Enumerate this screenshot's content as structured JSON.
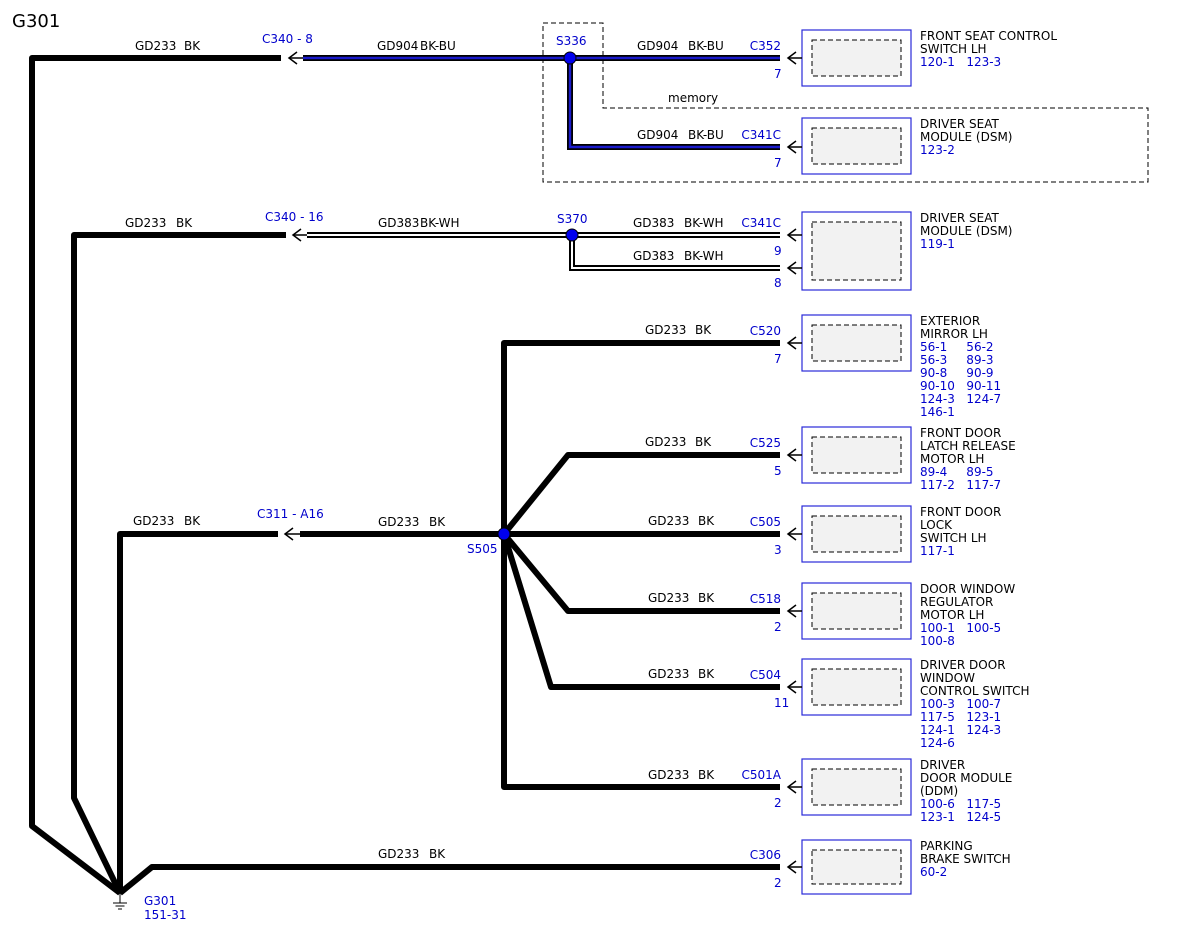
{
  "title": "G301",
  "wire_labels": {
    "w1_left": {
      "circuit": "GD233",
      "color": "BK"
    },
    "w1_mid": {
      "circuit": "GD904",
      "color": "BK-BU"
    },
    "w1_right": {
      "circuit": "GD904",
      "color": "BK-BU"
    },
    "w1_branch": {
      "circuit": "GD904",
      "color": "BK-BU"
    },
    "w2_left": {
      "circuit": "GD233",
      "color": "BK"
    },
    "w2_mid": {
      "circuit": "GD383",
      "color": "BK-WH"
    },
    "w2_right": {
      "circuit": "GD383",
      "color": "BK-WH"
    },
    "w2_branch": {
      "circuit": "GD383",
      "color": "BK-WH"
    },
    "w3_left": {
      "circuit": "GD233",
      "color": "BK"
    },
    "w3_mid": {
      "circuit": "GD233",
      "color": "BK"
    },
    "b_c520": {
      "circuit": "GD233",
      "color": "BK"
    },
    "b_c525": {
      "circuit": "GD233",
      "color": "BK"
    },
    "b_c505": {
      "circuit": "GD233",
      "color": "BK"
    },
    "b_c518": {
      "circuit": "GD233",
      "color": "BK"
    },
    "b_c504": {
      "circuit": "GD233",
      "color": "BK"
    },
    "b_c501a": {
      "circuit": "GD233",
      "color": "BK"
    },
    "w_c306": {
      "circuit": "GD233",
      "color": "BK"
    }
  },
  "inline_connectors": {
    "c340_8": "C340  - 8",
    "c340_16": "C340  - 16",
    "c311": "C311  -  A16"
  },
  "splices": {
    "s336": "S336",
    "s370": "S370",
    "s505": "S505"
  },
  "memory_label": "memory",
  "components": [
    {
      "connector": "C352",
      "pin": "7",
      "name": [
        "FRONT SEAT CONTROL",
        "SWITCH LH"
      ],
      "refs": [
        "120-1   123-3"
      ]
    },
    {
      "connector": "C341C",
      "pin": "7",
      "name": [
        "DRIVER SEAT",
        "MODULE (DSM)"
      ],
      "refs": [
        "123-2"
      ]
    },
    {
      "connector": "C341C",
      "pin": "9",
      "pin2": "8",
      "name": [
        "DRIVER SEAT",
        "MODULE (DSM)"
      ],
      "refs": [
        "119-1"
      ]
    },
    {
      "connector": "C520",
      "pin": "7",
      "name": [
        "EXTERIOR",
        "MIRROR LH"
      ],
      "refs": [
        "56-1     56-2",
        "56-3     89-3",
        "90-8     90-9",
        "90-10   90-11",
        "124-3   124-7",
        "146-1"
      ]
    },
    {
      "connector": "C525",
      "pin": "5",
      "name": [
        "FRONT DOOR",
        "LATCH RELEASE",
        "MOTOR LH"
      ],
      "refs": [
        "89-4     89-5",
        "117-2   117-7"
      ]
    },
    {
      "connector": "C505",
      "pin": "3",
      "name": [
        "FRONT DOOR",
        "LOCK",
        "SWITCH LH"
      ],
      "refs": [
        "117-1"
      ]
    },
    {
      "connector": "C518",
      "pin": "2",
      "name": [
        "DOOR WINDOW",
        "REGULATOR",
        "MOTOR LH"
      ],
      "refs": [
        "100-1   100-5",
        "100-8"
      ]
    },
    {
      "connector": "C504",
      "pin": "11",
      "name": [
        "DRIVER DOOR",
        "WINDOW",
        "CONTROL SWITCH"
      ],
      "refs": [
        "100-3   100-7",
        "117-5   123-1",
        "124-1   124-3",
        "124-6"
      ]
    },
    {
      "connector": "C501A",
      "pin": "2",
      "name": [
        "DRIVER",
        "DOOR MODULE",
        "(DDM)"
      ],
      "refs": [
        "100-6   117-5",
        "123-1   124-5"
      ]
    },
    {
      "connector": "C306",
      "pin": "2",
      "name": [
        "PARKING",
        "BRAKE SWITCH"
      ],
      "refs": [
        "60-2"
      ]
    }
  ],
  "ground": {
    "name": "G301",
    "ref": "151-31"
  },
  "colors": {
    "wire": "#000000",
    "blue_tracer": "#1a1acc",
    "label_blue": "#0000cc",
    "splice": "#0000ee"
  }
}
